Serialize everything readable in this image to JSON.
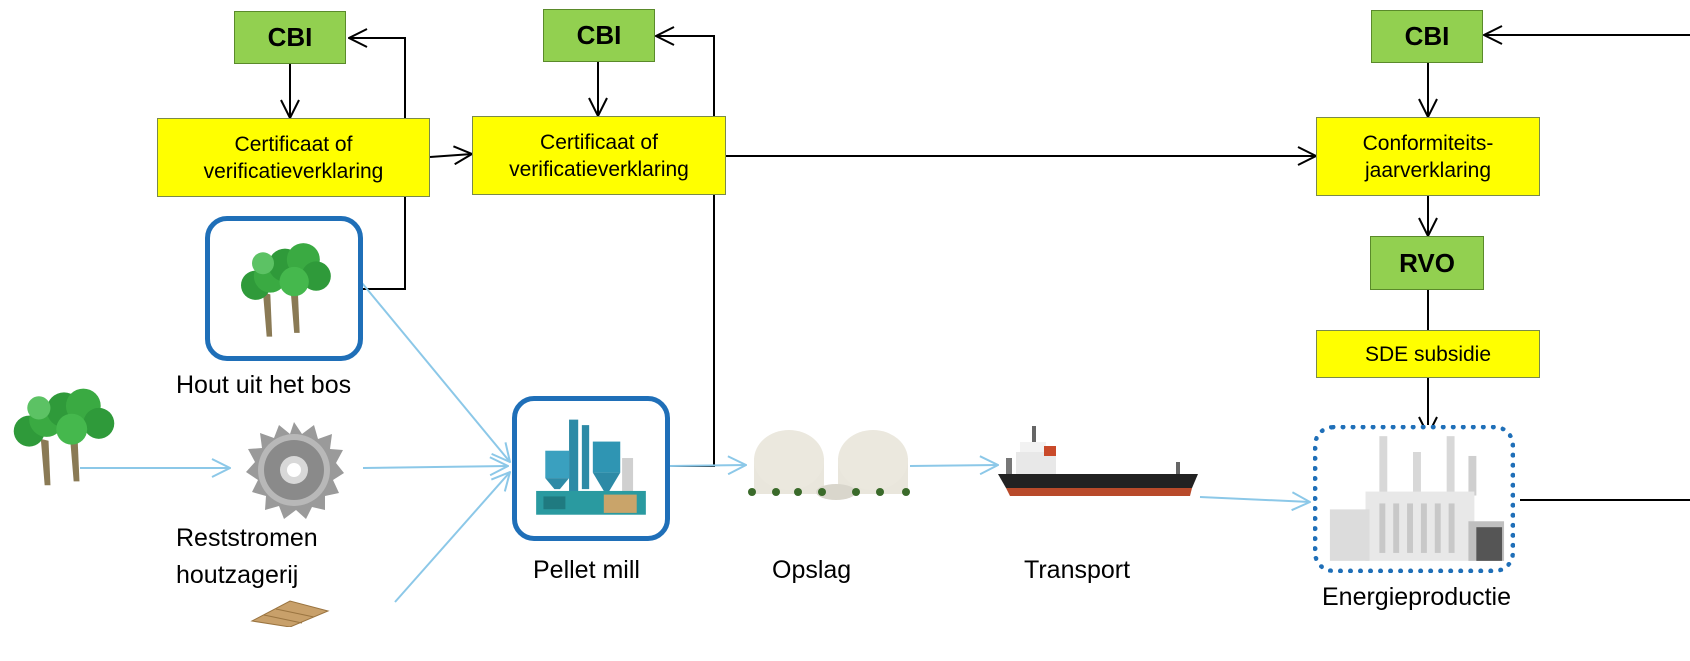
{
  "boxes": {
    "cbi_1": "CBI",
    "cbi_2": "CBI",
    "cbi_3": "CBI",
    "cert_1": "Certificaat of verificatieverklaring",
    "cert_2": "Certificaat of verificatieverklaring",
    "conform": "Conformiteits-jaarverklaring",
    "rvo": "RVO",
    "sde": "SDE subsidie"
  },
  "captions": {
    "forest": "Hout uit het bos",
    "sawmill_line1": "Reststromen",
    "sawmill_line2": "houtzagerij",
    "pellet": "Pellet mill",
    "storage": "Opslag",
    "transport": "Transport",
    "energy": "Energieproductie"
  },
  "icons": [
    "trees-icon",
    "saw-blade-icon",
    "pallet-icon",
    "pellet-mill-icon",
    "storage-domes-icon",
    "cargo-ship-icon",
    "power-plant-icon"
  ],
  "colors": {
    "cbi_fill": "#92d050",
    "cert_fill": "#ffff00",
    "frame_blue": "#1f6fb8",
    "flow_arrow": "#8cc8e8",
    "info_arrow": "#000000"
  }
}
